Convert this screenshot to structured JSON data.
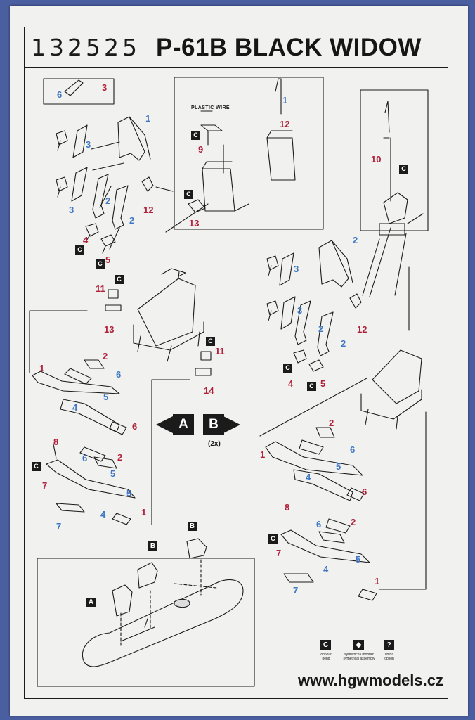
{
  "header": {
    "code": "132525",
    "title": "P-61B BLACK WIDOW"
  },
  "footer": {
    "url": "www.hgwmodels.cz"
  },
  "colors": {
    "ink": "#1b1b1b",
    "number_blue": "#3d77c4",
    "number_red": "#b0203a",
    "paper": "#f1f1ef",
    "background": "#4a5fa0"
  },
  "labels": {
    "plastic_wire": "PLASTIC WIRE",
    "quantity": "(2x)"
  },
  "markers": {
    "a": "A",
    "b": "B"
  },
  "badge_icon": "bend-icon",
  "legend": [
    {
      "icon": "bend-icon",
      "glyph": "C",
      "line1": "ohnout",
      "line2": "bend"
    },
    {
      "icon": "symmetric-assembly-icon",
      "glyph": "◆",
      "line1": "symetrická montáž",
      "line2": "symetrical assembly"
    },
    {
      "icon": "option-icon",
      "glyph": "?",
      "line1": "volba",
      "line2": "option"
    }
  ],
  "parts": {
    "p6": "6",
    "p3": "3",
    "p1": "1",
    "p2": "2",
    "p4": "4",
    "p5": "5",
    "p7": "7",
    "p8": "8",
    "p9": "9",
    "p10": "10",
    "p11": "11",
    "p12": "12",
    "p13": "13",
    "p14": "14"
  }
}
